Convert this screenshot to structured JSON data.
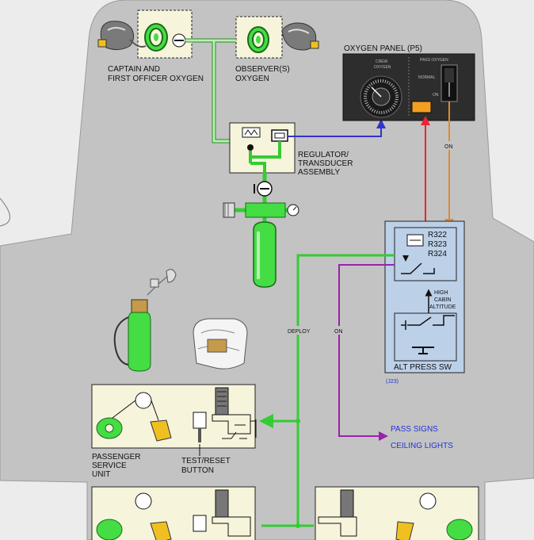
{
  "labels": {
    "crew_oxygen": [
      "CAPTAIN AND",
      "FIRST OFFICER OXYGEN"
    ],
    "observer_oxygen": [
      "OBSERVER(S)",
      "OXYGEN"
    ],
    "oxygen_panel_title": "OXYGEN PANEL (P5)",
    "crew_oxygen_gauge": [
      "CREW",
      "OXYGEN"
    ],
    "pass_oxygen_switch": "PASS OXYGEN",
    "switch_normal": "NORMAL",
    "switch_on": "ON",
    "regulator": [
      "REGULATOR/",
      "TRANSDUCER",
      "ASSEMBLY"
    ],
    "relay_r322": "R322",
    "relay_r323": "R323",
    "relay_r324": "R324",
    "high_cabin_altitude": [
      "HIGH",
      "CABIN",
      "ALTITUDE"
    ],
    "alt_press_sw": "ALT PRESS SW",
    "j23": "(J23)",
    "line_on_orange": "ON",
    "line_on_purple": "ON",
    "line_deploy": "DEPLOY",
    "pass_signs": "PASS SIGNS",
    "ceiling_lights": "CEILING LIGHTS",
    "psu": [
      "PASSENGER",
      "SERVICE",
      "UNIT"
    ],
    "test_reset": [
      "TEST/RESET",
      "BUTTON"
    ]
  },
  "colors": {
    "fuselage": "#c3c3c3",
    "oxygen_line": "#33cc33",
    "bottle": "#44dd44",
    "signal_blue": "#3333cc",
    "signal_red": "#ee2233",
    "signal_orange": "#e08a33",
    "signal_purple": "#9922aa",
    "unit_fill": "#f7f4dc",
    "panel_fill": "#2d2d2d"
  }
}
